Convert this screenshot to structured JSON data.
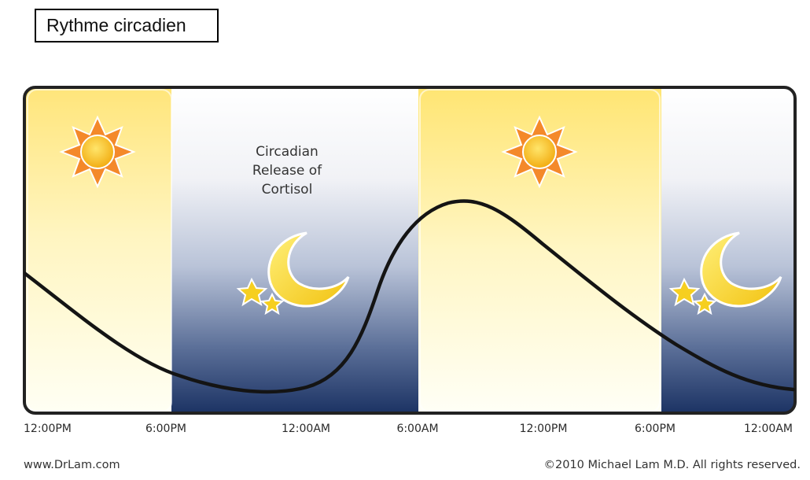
{
  "header": {
    "title": "Rythme circadien"
  },
  "diagram": {
    "label_lines": [
      "Circadian",
      "Release of",
      "Cortisol"
    ],
    "time_labels": [
      "12:00PM",
      "6:00PM",
      "12:00AM",
      "6:00AM",
      "12:00PM",
      "6:00PM",
      "12:00AM"
    ],
    "periods": [
      "day",
      "night",
      "day",
      "night"
    ],
    "icons": [
      "sun-icon",
      "moon-icon",
      "sun-icon",
      "moon-icon"
    ]
  },
  "footer": {
    "website": "www.DrLam.com",
    "copyright": "©2010 Michael Lam M.D. All rights reserved."
  },
  "colors": {
    "day_light": "#fffff2",
    "day_mid": "#fff2a6",
    "day_strong": "#ffe572",
    "night_top": "#ffffff",
    "night_mid": "#bfc7da",
    "night_bottom": "#1e3566",
    "curve": "#141414",
    "sun_ray": "#f4892a",
    "sun_core": "#f6c21c",
    "moon": "#f6cf20"
  }
}
